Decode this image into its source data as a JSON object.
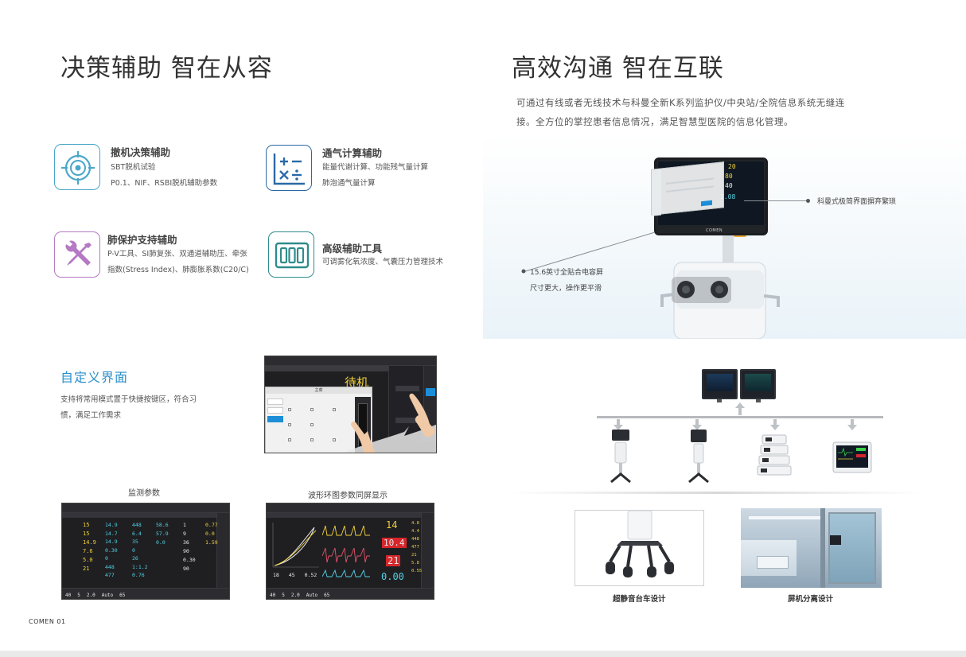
{
  "left": {
    "heading": "决策辅助 智在从容",
    "features": [
      {
        "title": "撤机决策辅助",
        "lines": [
          "SBT脱机试验",
          "P0.1、NIF、RSBI脱机辅助参数"
        ]
      },
      {
        "title": "通气计算辅助",
        "lines": [
          "能量代谢计算、功能残气量计算",
          "肺泡通气量计算"
        ]
      },
      {
        "title": "肺保护支持辅助",
        "lines": [
          "P-V工具、SI肺复张、双通道辅助压、牵张",
          "指数(Stress Index)、肺膨胀系数(C20/C)"
        ]
      },
      {
        "title": "高级辅助工具",
        "lines": [
          "可调雾化氧浓度、气囊压力管理技术"
        ]
      }
    ],
    "custom": {
      "title": "自定义界面",
      "lines": [
        "支持将常用模式置于快捷按键区，符合习",
        "惯，满足工作需求"
      ]
    },
    "standby_screen": {
      "standby": "待机",
      "dialog_title": "主菜"
    },
    "captions": {
      "monitor": "监测参数",
      "waveform": "波形环图参数同屏显示"
    },
    "monitor_values": {
      "col1": [
        "15",
        "15",
        "14.9",
        "7.6",
        "5.0",
        "21"
      ],
      "col2": [
        "14.9",
        "14.7",
        "14.9",
        "0.30",
        "0",
        "448",
        "477"
      ],
      "col3": [
        "448",
        "6.4",
        "35",
        "0",
        "26",
        "1:1.2",
        "0.76"
      ],
      "col4": [
        "58.6",
        "57.9",
        "0.0"
      ],
      "col5": [
        "1",
        "9",
        "36",
        "90",
        "0.30",
        "90"
      ],
      "col6": [
        "0.77",
        "0.0",
        "1.59"
      ],
      "bottom": [
        "40",
        "5",
        "2.0",
        "Auto",
        "65"
      ]
    },
    "wave_values": {
      "big": [
        "14",
        "10.4",
        "21",
        "0.00"
      ],
      "side": [
        "4.8",
        "4.4",
        "448",
        "477",
        "21",
        "5.8",
        "0.55"
      ],
      "loop": [
        "18",
        "45",
        "0.52"
      ],
      "bottom": [
        "40",
        "5",
        "2.0",
        "Auto",
        "65"
      ]
    },
    "brand_page": "COMEN 01"
  },
  "right": {
    "heading": "高效沟通 智在互联",
    "intro": [
      "可通过有线或者无线技术与科曼全新K系列监护仪/中央站/全院信息系统无缝连",
      "接。全方位的掌控患者信息情况，满足智慧型医院的信息化管理。"
    ],
    "callouts": {
      "top_right": "科曼式极简界面摒弃繁琐",
      "screen_a": "15.6英寸全贴合电容屏",
      "screen_b": "尺寸更大，操作更平滑"
    },
    "device_screen": {
      "v1": "20",
      "v2": "80",
      "v3": "40",
      "v4": "1.08",
      "brand": "COMEN"
    },
    "photo_captions": {
      "cart": "超静音台车设计",
      "room": "屏机分离设计"
    }
  },
  "colors": {
    "accent_blue": "#2a8fc9",
    "icon_blue": "#4aa7c9",
    "icon_purple": "#b47ac4",
    "icon_teal": "#2f8c8b",
    "icon_navy": "#2a6aa6"
  }
}
